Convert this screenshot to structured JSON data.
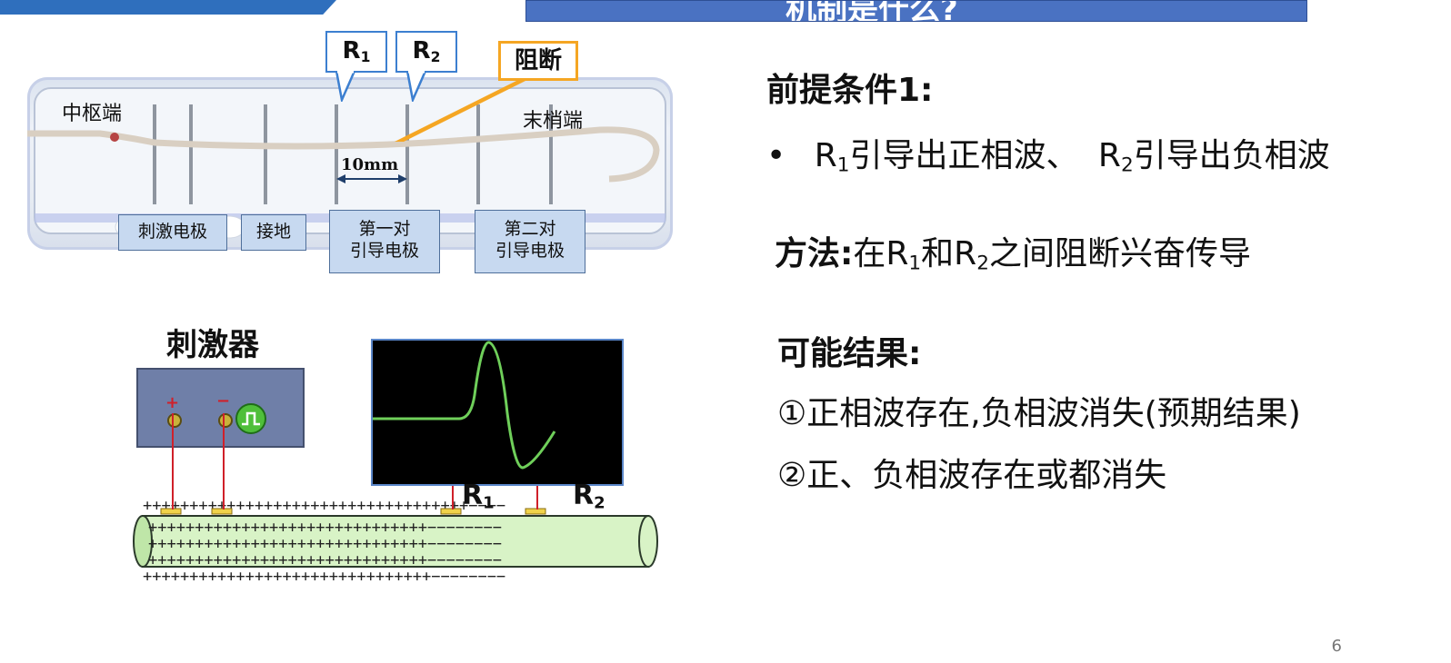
{
  "slide": {
    "title_partial": "机制是什么?",
    "page_number": "6"
  },
  "photo": {
    "central_label": "中枢端",
    "peripheral_label": "末梢端",
    "distance_label": "10mm",
    "r1_main": "R",
    "r1_sub": "1",
    "r2_main": "R",
    "r2_sub": "2",
    "block_label": "阻断",
    "electrodes": {
      "stim": "刺激电极",
      "ground": "接地",
      "pair1_line1": "第一对",
      "pair1_line2": "引导电极",
      "pair2_line1": "第二对",
      "pair2_line2": "引导电极"
    }
  },
  "apparatus": {
    "stimulator_label": "刺激器",
    "plus": "+",
    "minus": "−",
    "r1_main": "R",
    "r1_sub": "1",
    "r2_main": "R",
    "r2_sub": "2"
  },
  "content": {
    "premise_heading": "前提条件1:",
    "bullet_symbol": "•",
    "bullet_r1": "R",
    "bullet_r1_sub": "1",
    "bullet_mid": "引导出正相波、",
    "bullet_r2": "R",
    "bullet_r2_sub": "2",
    "bullet_end": "引导出负相波",
    "method_heading": "方法:",
    "method_pre": "在R",
    "method_sub1": "1",
    "method_mid": "和R",
    "method_sub2": "2",
    "method_end": "之间阻断兴奋传导",
    "results_heading": "可能结果:",
    "result1": "①正相波存在,负相波消失(预期结果)",
    "result2": "②正、负相波存在或都消失"
  },
  "colors": {
    "accent_blue": "#2f6fbd",
    "callout_blue": "#3c7fd0",
    "block_orange": "#f5a623",
    "wave_green": "#6fcf5a",
    "nerve_green": "#d8f3c6",
    "lead_red": "#d0202a"
  }
}
